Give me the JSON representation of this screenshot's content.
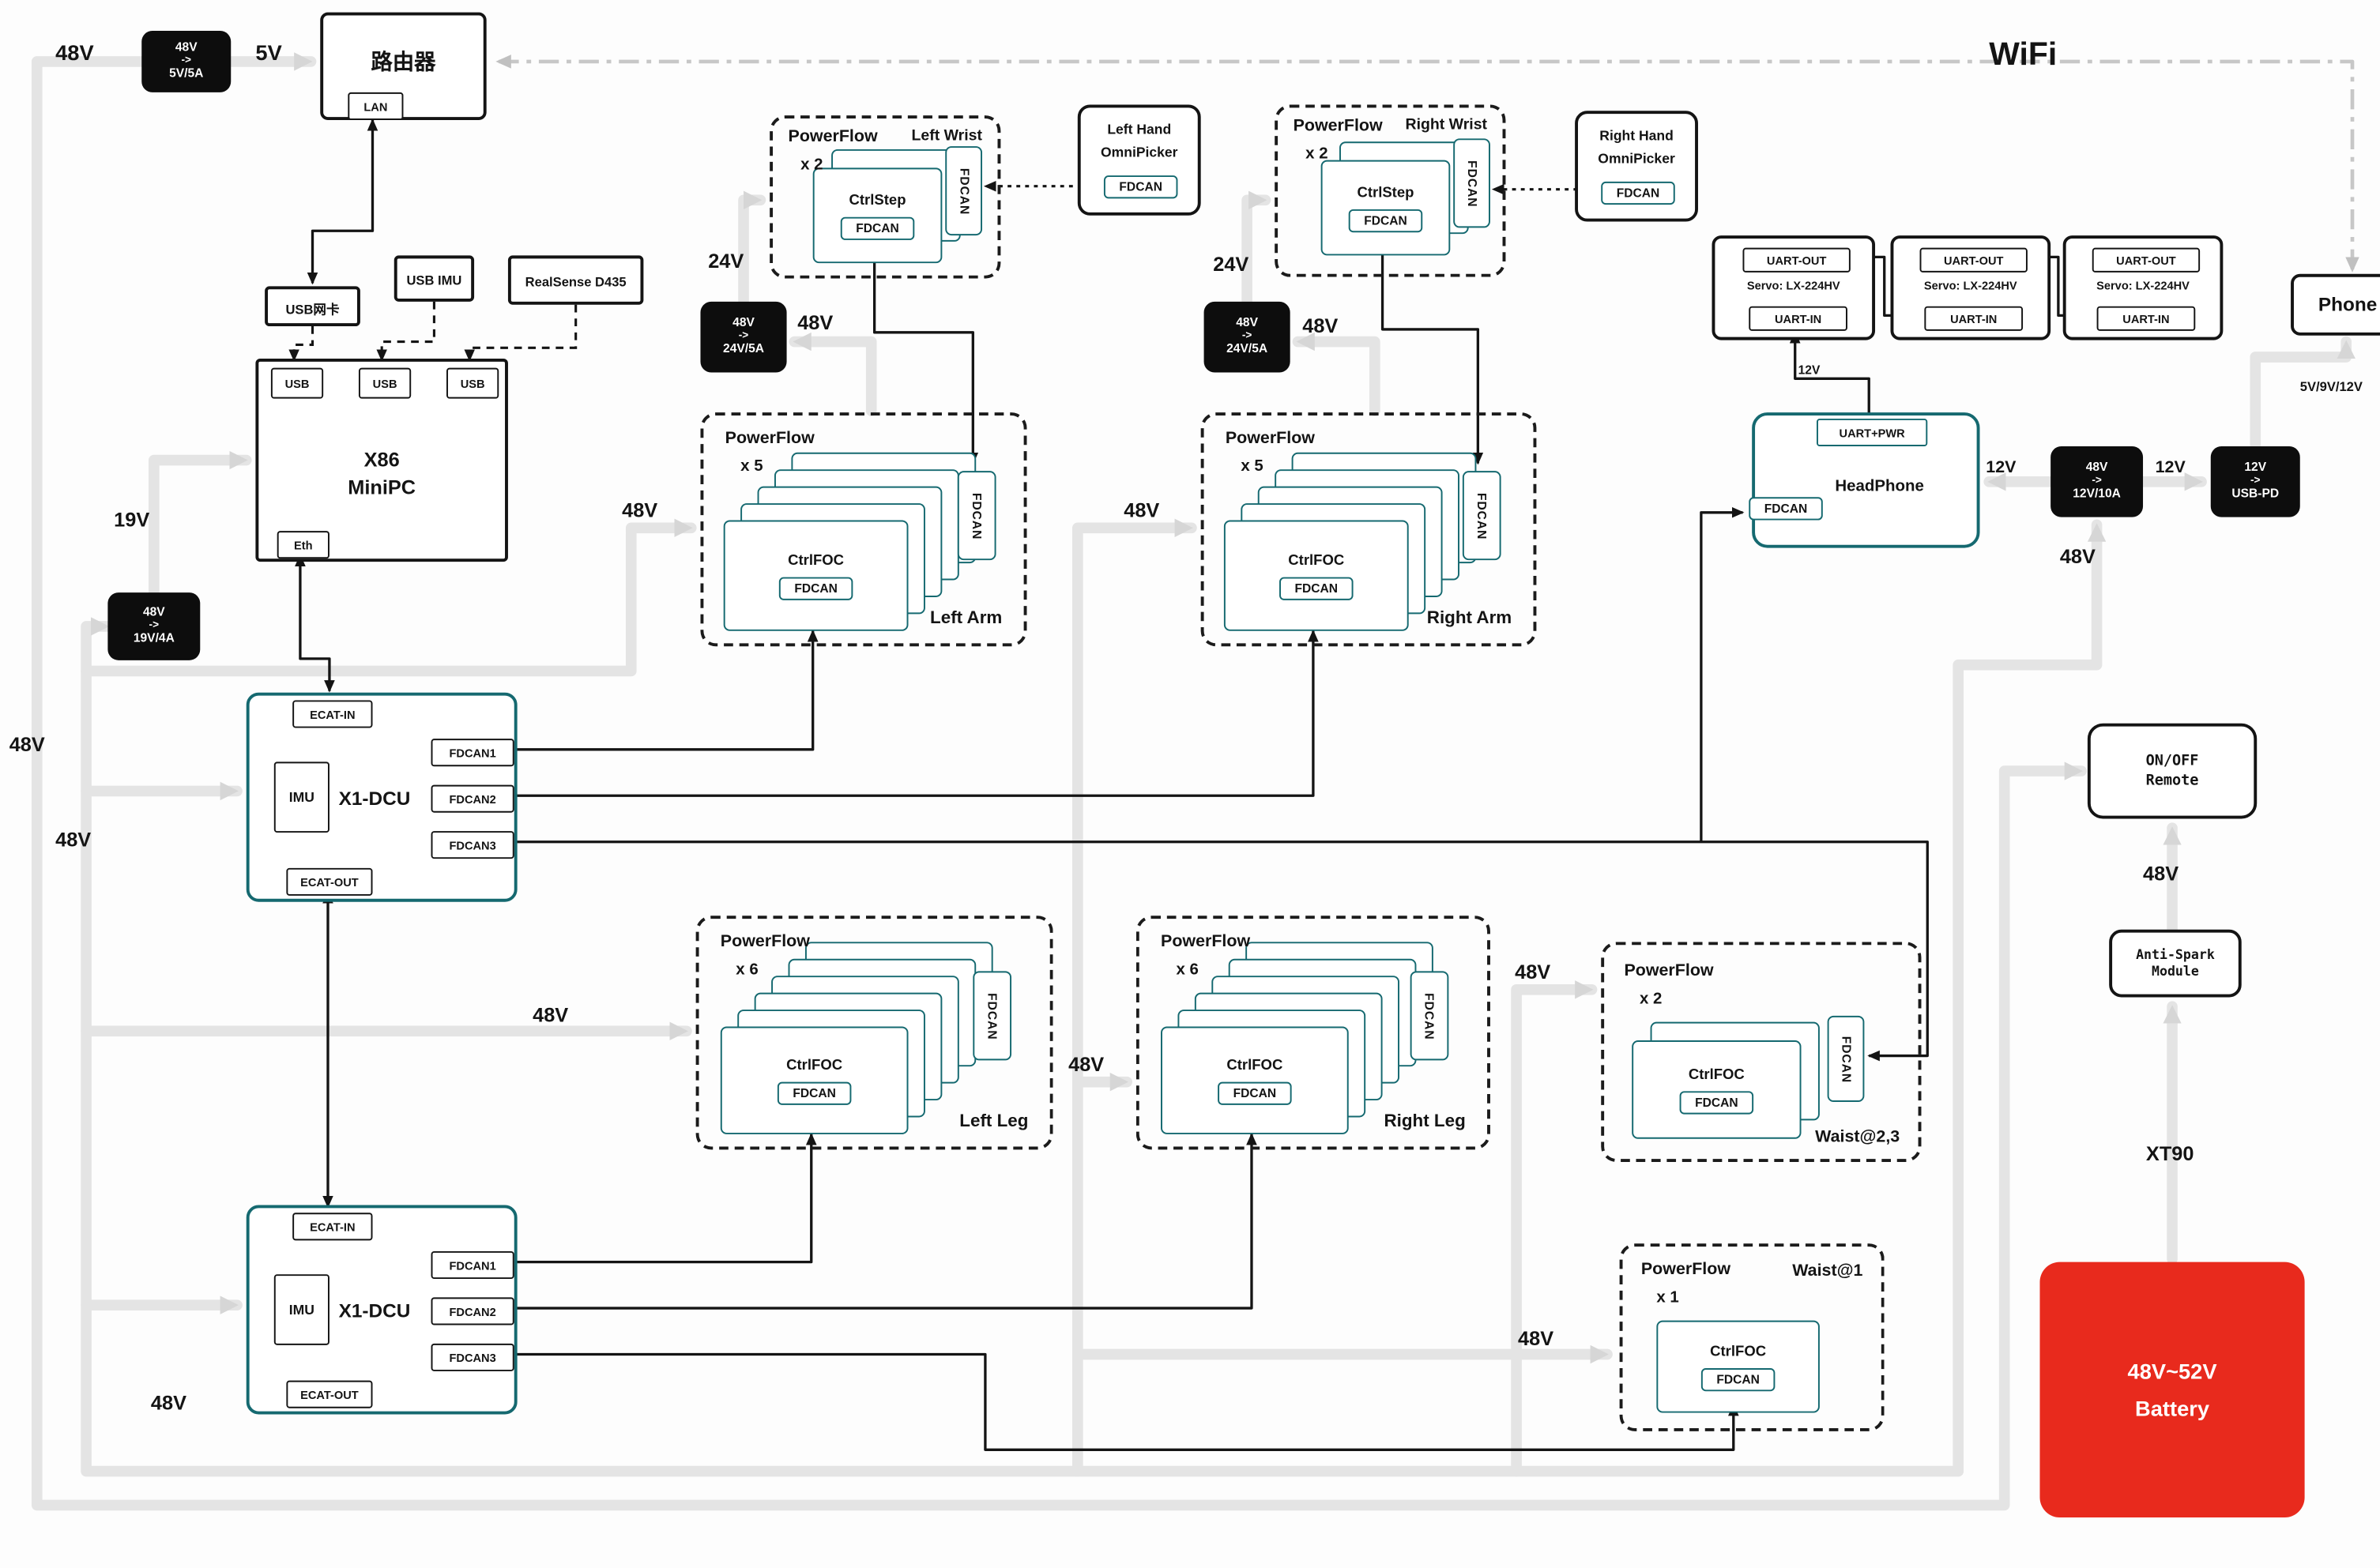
{
  "colors": {
    "teal": "#156970",
    "wire_gray": "#e4e4e4",
    "battery_red": "#e82a1d",
    "line_black": "#141414"
  },
  "wifi": "WiFi",
  "router": {
    "title": "路由器",
    "lan": "LAN"
  },
  "peripherals": {
    "usb_nic": "USB网卡",
    "usb_imu": "USB IMU",
    "realsense": "RealSense D435"
  },
  "minipc": {
    "title1": "X86",
    "title2": "MiniPC",
    "usb": "USB",
    "eth": "Eth"
  },
  "dcu": {
    "title": "X1-DCU",
    "ecat_in": "ECAT-IN",
    "ecat_out": "ECAT-OUT",
    "imu": "IMU",
    "fdcan1": "FDCAN1",
    "fdcan2": "FDCAN2",
    "fdcan3": "FDCAN3"
  },
  "converters": {
    "c5": {
      "l1": "48V",
      "l2": "->",
      "l3": "5V/5A"
    },
    "c19": {
      "l1": "48V",
      "l2": "->",
      "l3": "19V/4A"
    },
    "c24l": {
      "l1": "48V",
      "l2": "->",
      "l3": "24V/5A"
    },
    "c24r": {
      "l1": "48V",
      "l2": "->",
      "l3": "24V/5A"
    },
    "c12": {
      "l1": "48V",
      "l2": "->",
      "l3": "12V/10A"
    },
    "cpd": {
      "l1": "12V",
      "l2": "->",
      "l3": "USB-PD"
    }
  },
  "pf": {
    "left_wrist": {
      "title": "PowerFlow",
      "count": "x 2",
      "loc": "Left Wrist",
      "ctrl": "CtrlStep",
      "chip": "FDCAN",
      "vtab": "FDCAN"
    },
    "right_wrist": {
      "title": "PowerFlow",
      "count": "x 2",
      "loc": "Right Wrist",
      "ctrl": "CtrlStep",
      "chip": "FDCAN",
      "vtab": "FDCAN"
    },
    "left_arm": {
      "title": "PowerFlow",
      "count": "x 5",
      "loc": "Left Arm",
      "ctrl": "CtrlFOC",
      "chip": "FDCAN",
      "vtab": "FDCAN"
    },
    "right_arm": {
      "title": "PowerFlow",
      "count": "x 5",
      "loc": "Right Arm",
      "ctrl": "CtrlFOC",
      "chip": "FDCAN",
      "vtab": "FDCAN"
    },
    "left_leg": {
      "title": "PowerFlow",
      "count": "x 6",
      "loc": "Left Leg",
      "ctrl": "CtrlFOC",
      "chip": "FDCAN",
      "vtab": "FDCAN"
    },
    "right_leg": {
      "title": "PowerFlow",
      "count": "x 6",
      "loc": "Right Leg",
      "ctrl": "CtrlFOC",
      "chip": "FDCAN",
      "vtab": "FDCAN"
    },
    "waist23": {
      "title": "PowerFlow",
      "count": "x 2",
      "loc": "Waist@2,3",
      "ctrl": "CtrlFOC",
      "chip": "FDCAN",
      "vtab": "FDCAN"
    },
    "waist1": {
      "title": "PowerFlow",
      "count": "x 1",
      "loc": "Waist@1",
      "ctrl": "CtrlFOC",
      "chip": "FDCAN"
    }
  },
  "hands": {
    "left": {
      "l1": "Left Hand",
      "l2": "OmniPicker",
      "chip": "FDCAN"
    },
    "right": {
      "l1": "Right Hand",
      "l2": "OmniPicker",
      "chip": "FDCAN"
    }
  },
  "servos": {
    "uart_out": "UART-OUT",
    "name": "Servo: LX-224HV",
    "uart_in": "UART-IN"
  },
  "headphone": {
    "uart_pwr": "UART+PWR",
    "title": "HeadPhone",
    "chip": "FDCAN"
  },
  "phone": {
    "title": "Phone",
    "volt": "5V/9V/12V"
  },
  "power": {
    "remote1": "ON/OFF",
    "remote2": "Remote",
    "anti1": "Anti-Spark",
    "anti2": "Module",
    "xt90": "XT90",
    "battery1": "48V~52V",
    "battery2": "Battery"
  },
  "labels": {
    "v48": "48V",
    "v5": "5V",
    "v19": "19V",
    "v24": "24V",
    "v12": "12V"
  }
}
